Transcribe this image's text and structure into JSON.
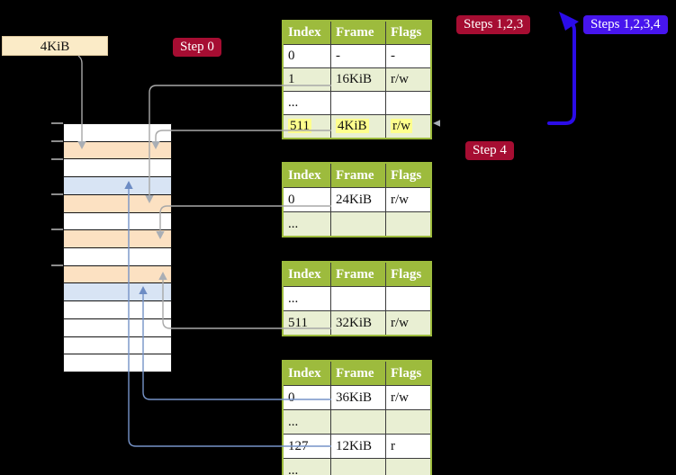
{
  "frame_label": "4KiB",
  "badges": {
    "step0": {
      "label": "Step 0",
      "bg": "#a60d32"
    },
    "steps123": {
      "label": "Steps 1,2,3",
      "bg": "#a60d32"
    },
    "steps1234": {
      "label": "Steps 1,2,3,4",
      "bg": "#4715ee"
    },
    "step4": {
      "label": "Step 4",
      "bg": "#a60d32"
    }
  },
  "tables": [
    {
      "id": "page-table-top",
      "columns": [
        "Index",
        "Frame",
        "Flags"
      ],
      "rows": [
        {
          "cells": [
            "0",
            "-",
            "-"
          ],
          "shaded": false,
          "highlight": false
        },
        {
          "cells": [
            "1",
            "16KiB",
            "r/w"
          ],
          "shaded": true,
          "highlight": false
        },
        {
          "cells": [
            "...",
            "",
            ""
          ],
          "shaded": false,
          "highlight": false
        },
        {
          "cells": [
            "511",
            "4KiB",
            "r/w"
          ],
          "shaded": true,
          "highlight": true
        }
      ]
    },
    {
      "id": "page-table-second",
      "columns": [
        "Index",
        "Frame",
        "Flags"
      ],
      "rows": [
        {
          "cells": [
            "0",
            "24KiB",
            "r/w"
          ],
          "shaded": false,
          "highlight": false
        },
        {
          "cells": [
            "...",
            "",
            ""
          ],
          "shaded": true,
          "highlight": false
        }
      ]
    },
    {
      "id": "page-table-third",
      "columns": [
        "Index",
        "Frame",
        "Flags"
      ],
      "rows": [
        {
          "cells": [
            "...",
            "",
            ""
          ],
          "shaded": false,
          "highlight": false
        },
        {
          "cells": [
            "511",
            "32KiB",
            "r/w"
          ],
          "shaded": true,
          "highlight": false
        }
      ]
    },
    {
      "id": "page-table-fourth",
      "columns": [
        "Index",
        "Frame",
        "Flags"
      ],
      "rows": [
        {
          "cells": [
            "0",
            "36KiB",
            "r/w"
          ],
          "shaded": false,
          "highlight": false
        },
        {
          "cells": [
            "...",
            "",
            ""
          ],
          "shaded": true,
          "highlight": false
        },
        {
          "cells": [
            "127",
            "12KiB",
            "r"
          ],
          "shaded": false,
          "highlight": false
        },
        {
          "cells": [
            "...",
            "",
            ""
          ],
          "shaded": true,
          "highlight": false
        }
      ]
    }
  ],
  "memory_strip": {
    "row_colors": [
      "white",
      "peach",
      "white",
      "blue",
      "peach",
      "white",
      "peach",
      "white",
      "peach",
      "blue",
      "white",
      "white",
      "white",
      "white"
    ],
    "ticks_y": [
      136,
      156,
      176,
      215,
      254,
      294
    ]
  },
  "colors": {
    "table_header_bg": "#9dbb3d",
    "table_row_shaded": "#e9efd3",
    "highlight_yellow": "#feff8d",
    "badge_crimson": "#a60d32",
    "badge_blue": "#4715ee",
    "strip_peach": "#fce1c2",
    "strip_blue": "#d8e4f4",
    "connector_gray": "#a8a8a8",
    "connector_blue": "#7693c8",
    "thick_arrow_blue": "#2b0ce8",
    "frame_label_bg": "#fbebc7"
  }
}
